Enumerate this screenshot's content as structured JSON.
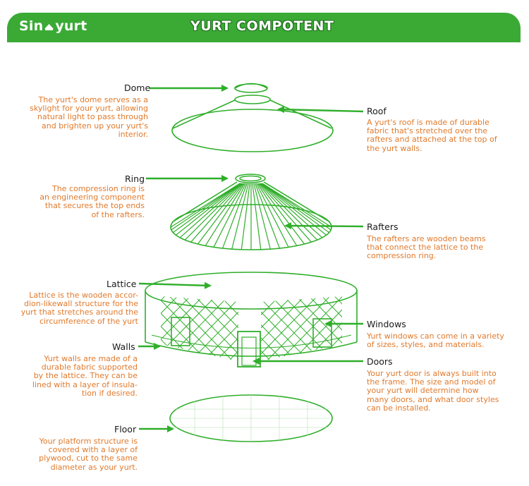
{
  "header": {
    "logo_pre": "Sin",
    "logo_post": "yurt",
    "title": "YURT COMPOTENT"
  },
  "colors": {
    "header_green": "#3aaa35",
    "line_green": "#2fae2a",
    "label_text": "#1a1a1a",
    "desc_orange": "#e07a2c"
  },
  "components": {
    "dome": {
      "label": "Dome",
      "desc": "The yurt's dome serves as a\nskylight for your yurt, allowing\nnatural light to pass through\nand brighten up your yurt's\ninterior."
    },
    "roof": {
      "label": "Roof",
      "desc": "A yurt's roof is made of durable\nfabric that's stretched over the\nrafters and attached at the top of\nthe yurt walls."
    },
    "ring": {
      "label": "Ring",
      "desc": "The compression ring is\nan engineering component\nthat secures the top ends\nof the rafters."
    },
    "rafters": {
      "label": "Rafters",
      "desc": "The rafters are wooden beams\nthat connect the lattice to the\ncompression ring."
    },
    "lattice": {
      "label": "Lattice",
      "desc": "Lattice is the wooden accor-\ndion-likewall structure for the\nyurt that stretches around the\ncircumference of the yurt"
    },
    "windows": {
      "label": "Windows",
      "desc": "Yurt windows can come in a variety\nof sizes, styles, and materials."
    },
    "walls": {
      "label": "Walls",
      "desc": "Yurt walls are made of a\ndurable fabric supported\nby the lattice. They can be\nlined with a layer of insula-\ntion if desired."
    },
    "doors": {
      "label": "Doors",
      "desc": "Your yurt door is always built into\nthe frame. The size and model of\nyour yurt will determine how\nmany doors, and what door styles\ncan be installed."
    },
    "floor": {
      "label": "Floor",
      "desc": "Your platform structure is\ncovered with a layer of\nplywood, cut to the same\ndiameter as your yurt."
    }
  }
}
